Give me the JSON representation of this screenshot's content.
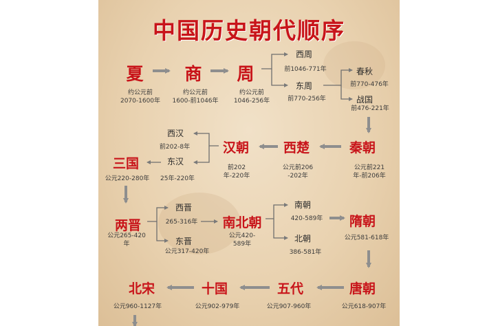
{
  "title": "中国历史朝代顺序",
  "colors": {
    "accent": "#c8141a",
    "arrow": "#8e8e8e",
    "paper": "#ecd7b6"
  },
  "nodes": {
    "xia": {
      "name": "夏",
      "date": [
        "约公元前",
        "2070-1600年"
      ]
    },
    "shang": {
      "name": "商",
      "date": [
        "约公元前",
        "1600-前1046年"
      ]
    },
    "zhou": {
      "name": "周",
      "date": [
        "约公元前",
        "1046-256年"
      ]
    },
    "xizhou": {
      "name": "西周",
      "date": [
        "前1046-771年"
      ]
    },
    "dongzhou": {
      "name": "东周",
      "date": [
        "前770-256年"
      ]
    },
    "chunqiu": {
      "name": "春秋",
      "date": [
        "前770-476年"
      ]
    },
    "zhanguo": {
      "name": "战国",
      "date": [
        "前476-221年"
      ]
    },
    "qin": {
      "name": "秦朝",
      "date": [
        "公元前221",
        "年-前206年"
      ]
    },
    "xichu": {
      "name": "西楚",
      "date": [
        "公元前206",
        "-202年"
      ]
    },
    "han": {
      "name": "汉朝",
      "date": [
        "前202",
        "年-220年"
      ]
    },
    "xihan": {
      "name": "西汉",
      "date": [
        "前202-8年"
      ]
    },
    "donghan": {
      "name": "东汉",
      "date": [
        "25年-220年"
      ]
    },
    "sanguo": {
      "name": "三国",
      "date": [
        "公元220-280年"
      ]
    },
    "liangjin": {
      "name": "两晋",
      "date": [
        "公元265-420",
        "年"
      ]
    },
    "xijin": {
      "name": "西晋",
      "date": [
        "265-316年"
      ]
    },
    "dongjin": {
      "name": "东晋",
      "date": [
        "公元317-420年"
      ]
    },
    "nanbeichao": {
      "name": "南北朝",
      "date": [
        "公元420-",
        "589年"
      ]
    },
    "nanchao": {
      "name": "南朝",
      "date": [
        "420-589年"
      ]
    },
    "beichao": {
      "name": "北朝",
      "date": [
        "386-581年"
      ]
    },
    "sui": {
      "name": "隋朝",
      "date": [
        "公元581-618年"
      ]
    },
    "tang": {
      "name": "唐朝",
      "date": [
        "公元618-907年"
      ]
    },
    "wudai": {
      "name": "五代",
      "date": [
        "公元907-960年"
      ]
    },
    "shiguo": {
      "name": "十国",
      "date": [
        "公元902-979年"
      ]
    },
    "beisong": {
      "name": "北宋",
      "date": [
        "公元960-1127年"
      ]
    }
  },
  "edges": [
    [
      "xia",
      "shang"
    ],
    [
      "shang",
      "zhou"
    ],
    [
      "zhou",
      "xizhou"
    ],
    [
      "zhou",
      "dongzhou"
    ],
    [
      "dongzhou",
      "chunqiu"
    ],
    [
      "dongzhou",
      "zhanguo"
    ],
    [
      "zhanguo",
      "qin"
    ],
    [
      "qin",
      "xichu"
    ],
    [
      "xichu",
      "han"
    ],
    [
      "han",
      "xihan"
    ],
    [
      "han",
      "donghan"
    ],
    [
      "donghan",
      "sanguo"
    ],
    [
      "sanguo",
      "liangjin"
    ],
    [
      "liangjin",
      "xijin"
    ],
    [
      "liangjin",
      "dongjin"
    ],
    [
      "liangjin",
      "nanbeichao"
    ],
    [
      "nanbeichao",
      "nanchao"
    ],
    [
      "nanbeichao",
      "beichao"
    ],
    [
      "nanchao",
      "sui"
    ],
    [
      "sui",
      "tang"
    ],
    [
      "tang",
      "wudai"
    ],
    [
      "wudai",
      "shiguo"
    ],
    [
      "shiguo",
      "beisong"
    ]
  ]
}
